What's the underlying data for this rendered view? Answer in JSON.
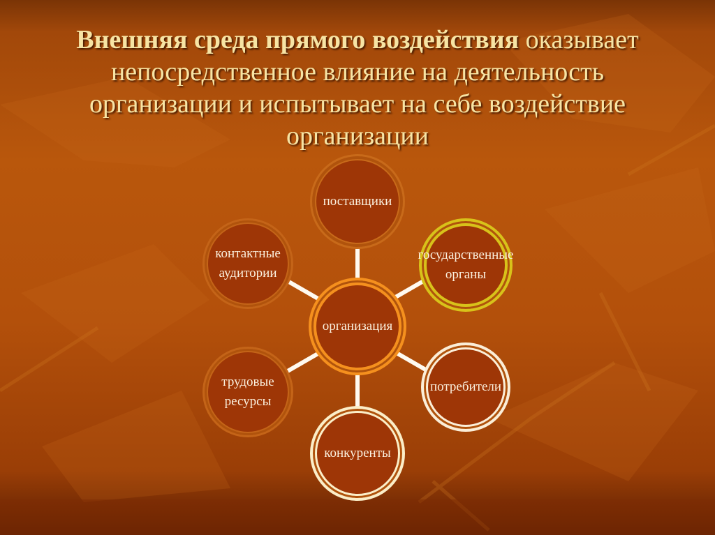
{
  "slide": {
    "title_bold": "Внешняя среда прямого воздействия",
    "title_rest_line1": " оказывает",
    "title_line2": "непосредственное влияние на деятельность",
    "title_line3": "организации и испытывает на себе воздействие",
    "title_line4": "организации"
  },
  "diagram": {
    "center": {
      "label": "организация",
      "ring_color": "#f5901e"
    },
    "nodes": [
      {
        "id": "suppliers",
        "label_line1": "поставщики",
        "label_line2": "",
        "ring_color": "#c86a1a"
      },
      {
        "id": "government",
        "label_line1": "государственные",
        "label_line2": "органы",
        "ring_color": "#d8c21a"
      },
      {
        "id": "contact-audiences",
        "label_line1": "контактные",
        "label_line2": "аудитории",
        "ring_color": "#c46418"
      },
      {
        "id": "consumers",
        "label_line1": "потребители",
        "label_line2": "",
        "ring_color": "#fbeed8"
      },
      {
        "id": "competitors",
        "label_line1": "конкуренты",
        "label_line2": "",
        "ring_color": "#fbeec8"
      },
      {
        "id": "labor-resources",
        "label_line1": "трудовые",
        "label_line2": "ресурсы",
        "ring_color": "#c46418"
      }
    ]
  },
  "colors": {
    "title_text": "#f7e4a4",
    "node_fill": "#9e3606",
    "connector": "#fffaf0"
  }
}
